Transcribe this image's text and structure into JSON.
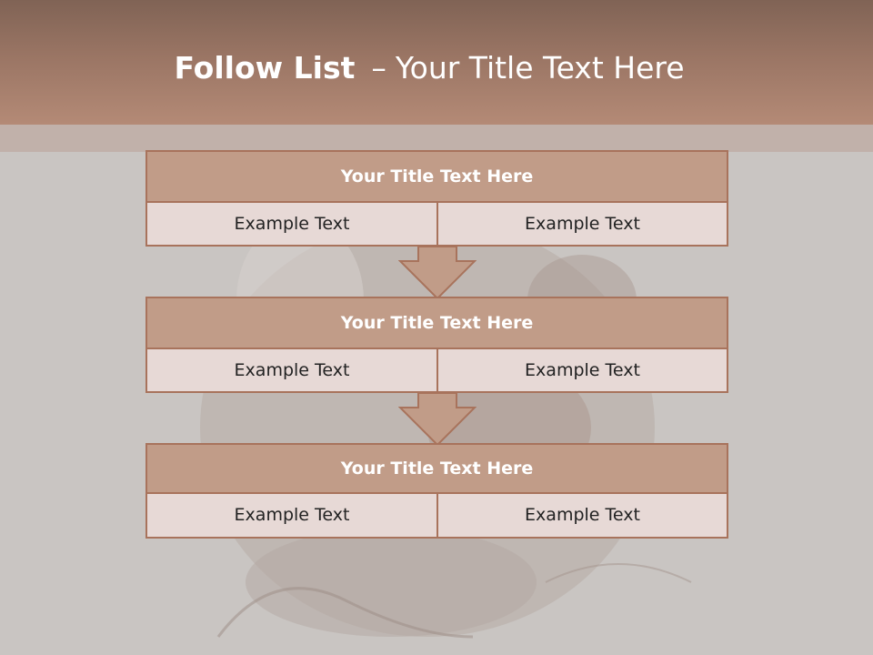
{
  "slide": {
    "title_bold": "Follow List",
    "title_separator": "–",
    "title_rest": "Your Title Text Here"
  },
  "blocks": [
    {
      "title": "Your Title Text Here",
      "left_text": "Example Text",
      "right_text": "Example Text"
    },
    {
      "title": "Your Title Text Here",
      "left_text": "Example Text",
      "right_text": "Example Text"
    },
    {
      "title": "Your Title Text Here",
      "left_text": "Example Text",
      "right_text": "Example Text"
    }
  ],
  "colors": {
    "header_band": "#9a7564",
    "block_title_fill": "#c19c88",
    "block_border": "#a8735c",
    "cell_fill": "#e7d9d6",
    "arrow_fill": "#c19c88",
    "text_light": "#ffffff",
    "text_dark": "#222222"
  },
  "icons": [
    "down-arrow-icon"
  ]
}
